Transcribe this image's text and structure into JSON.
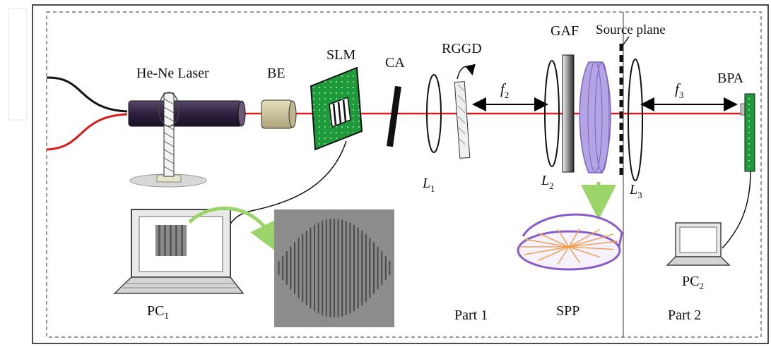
{
  "labels": {
    "laser": "He-Ne Laser",
    "be": "BE",
    "slm": "SLM",
    "ca": "CA",
    "rggd": "RGGD",
    "gaf": "GAF",
    "source_plane": "Source plane",
    "bpa": "BPA",
    "f2_base": "f",
    "f2_sub": "2",
    "f3_base": "f",
    "f3_sub": "3",
    "l1_base": "L",
    "l1_sub": "1",
    "l2_base": "L",
    "l2_sub": "2",
    "l3_base": "L",
    "l3_sub": "3",
    "pc1_base": "PC",
    "pc1_sub": "1",
    "pc2_base": "PC",
    "pc2_sub": "2",
    "spp": "SPP",
    "part1": "Part 1",
    "part2": "Part 2"
  },
  "colors": {
    "beam": "#d91c1c",
    "laser_body": "#3b2a4a",
    "slm_board": "#1f9a3a",
    "bpa_board": "#1f9a3a",
    "spp_outline": "#8a5cc9",
    "spp_spokes": "#f0a050",
    "gaf_plate": "#9b84d6",
    "arrow_green": "#9bd468",
    "be_body": "#cfc9a0"
  }
}
